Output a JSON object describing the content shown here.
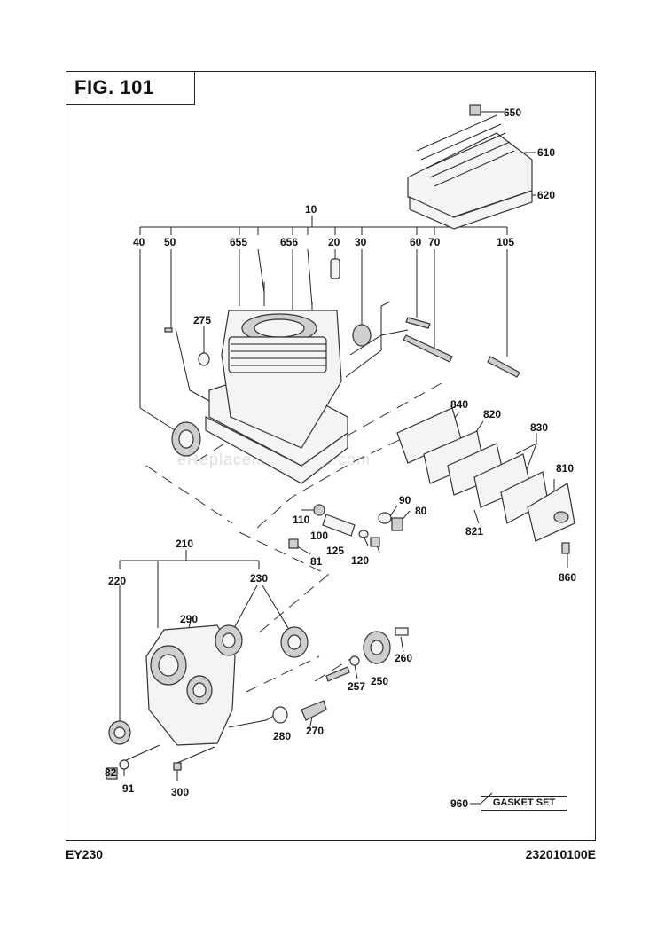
{
  "figure": {
    "title": "FIG. 101",
    "model": "EY230",
    "doc_number": "232010100E"
  },
  "watermark": "eReplacementParts.com",
  "gasket_set": {
    "number": "960",
    "label": "GASKET SET"
  },
  "callouts": [
    {
      "id": "650",
      "text": "650"
    },
    {
      "id": "610",
      "text": "610"
    },
    {
      "id": "620",
      "text": "620"
    },
    {
      "id": "10",
      "text": "10"
    },
    {
      "id": "40",
      "text": "40"
    },
    {
      "id": "50",
      "text": "50"
    },
    {
      "id": "655",
      "text": "655"
    },
    {
      "id": "656",
      "text": "656"
    },
    {
      "id": "20",
      "text": "20"
    },
    {
      "id": "30",
      "text": "30"
    },
    {
      "id": "60",
      "text": "60"
    },
    {
      "id": "70",
      "text": "70"
    },
    {
      "id": "105",
      "text": "105"
    },
    {
      "id": "275",
      "text": "275"
    },
    {
      "id": "840",
      "text": "840"
    },
    {
      "id": "820",
      "text": "820"
    },
    {
      "id": "830",
      "text": "830"
    },
    {
      "id": "810",
      "text": "810"
    },
    {
      "id": "821",
      "text": "821"
    },
    {
      "id": "860",
      "text": "860"
    },
    {
      "id": "90",
      "text": "90"
    },
    {
      "id": "80",
      "text": "80"
    },
    {
      "id": "110",
      "text": "110"
    },
    {
      "id": "100",
      "text": "100"
    },
    {
      "id": "125",
      "text": "125"
    },
    {
      "id": "120",
      "text": "120"
    },
    {
      "id": "81",
      "text": "81"
    },
    {
      "id": "210",
      "text": "210"
    },
    {
      "id": "220",
      "text": "220"
    },
    {
      "id": "230",
      "text": "230"
    },
    {
      "id": "290",
      "text": "290"
    },
    {
      "id": "260",
      "text": "260"
    },
    {
      "id": "257",
      "text": "257"
    },
    {
      "id": "250",
      "text": "250"
    },
    {
      "id": "280",
      "text": "280"
    },
    {
      "id": "270",
      "text": "270"
    },
    {
      "id": "82",
      "text": "82"
    },
    {
      "id": "91",
      "text": "91"
    },
    {
      "id": "300",
      "text": "300"
    }
  ]
}
